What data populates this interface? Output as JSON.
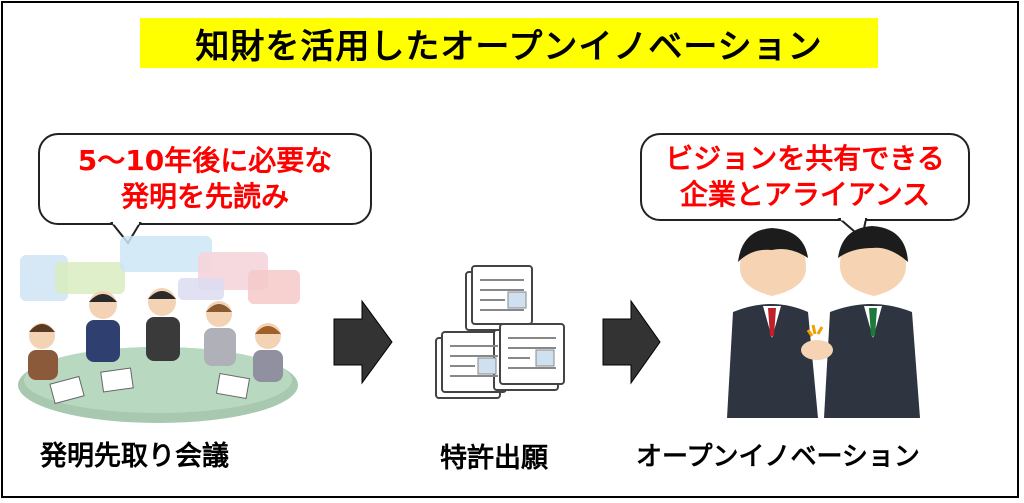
{
  "title": "知財を活用したオープンイノベーション",
  "bubbles": {
    "left": [
      "5～10年後に必要な",
      "発明を先読み"
    ],
    "right": [
      "ビジョンを共有できる",
      "企業とアライアンス"
    ]
  },
  "captions": {
    "meeting": "発明先取り会議",
    "patent": "特許出願",
    "innovation": "オープンイノベーション"
  },
  "colors": {
    "title_bg": "#ffff00",
    "bubble_text": "#ff0000",
    "arrow": "#333333"
  }
}
